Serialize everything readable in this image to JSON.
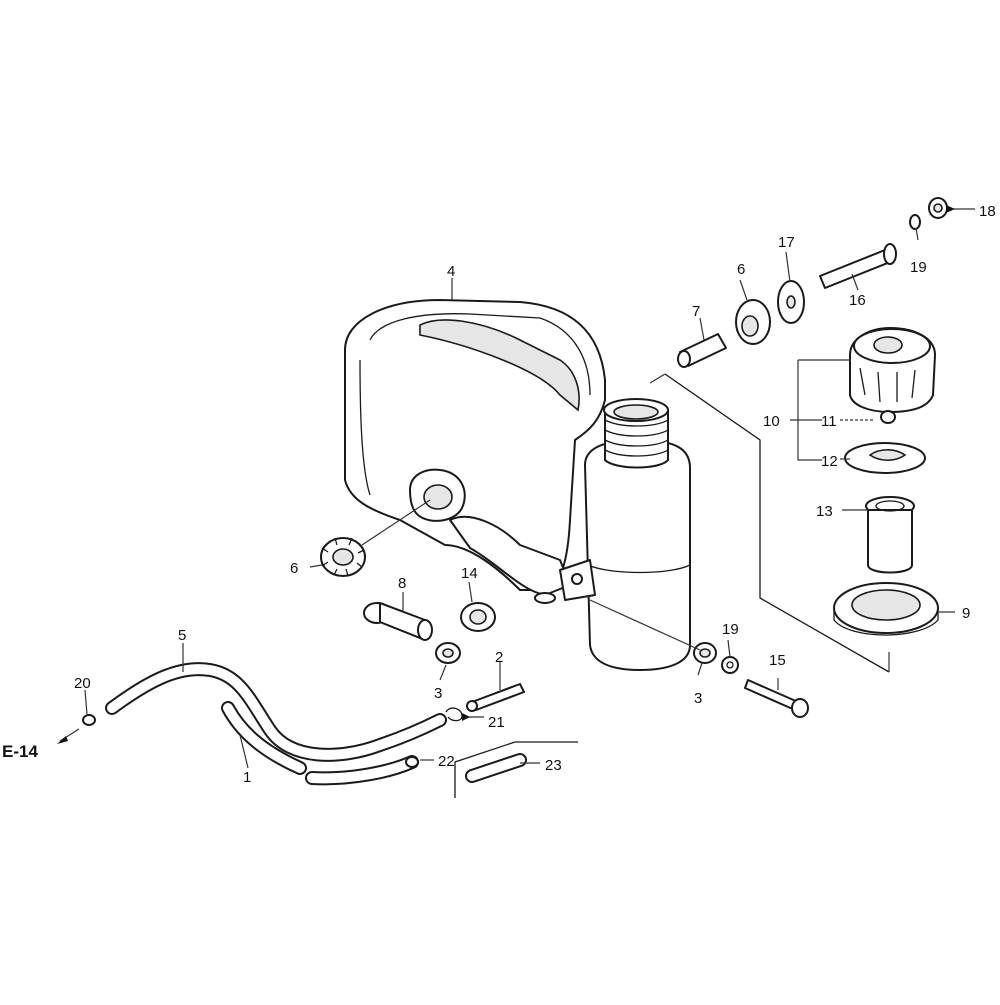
{
  "diagram": {
    "reference": "E-14",
    "callouts": {
      "c1": "1",
      "c2": "2",
      "c3a": "3",
      "c3b": "3",
      "c4": "4",
      "c5": "5",
      "c6a": "6",
      "c6b": "6",
      "c7": "7",
      "c8": "8",
      "c9": "9",
      "c10": "10",
      "c11": "11",
      "c12": "12",
      "c13": "13",
      "c14": "14",
      "c15": "15",
      "c16": "16",
      "c17": "17",
      "c18": "18",
      "c19a": "19",
      "c19b": "19",
      "c20": "20",
      "c21": "21",
      "c22": "22",
      "c23": "23"
    }
  }
}
